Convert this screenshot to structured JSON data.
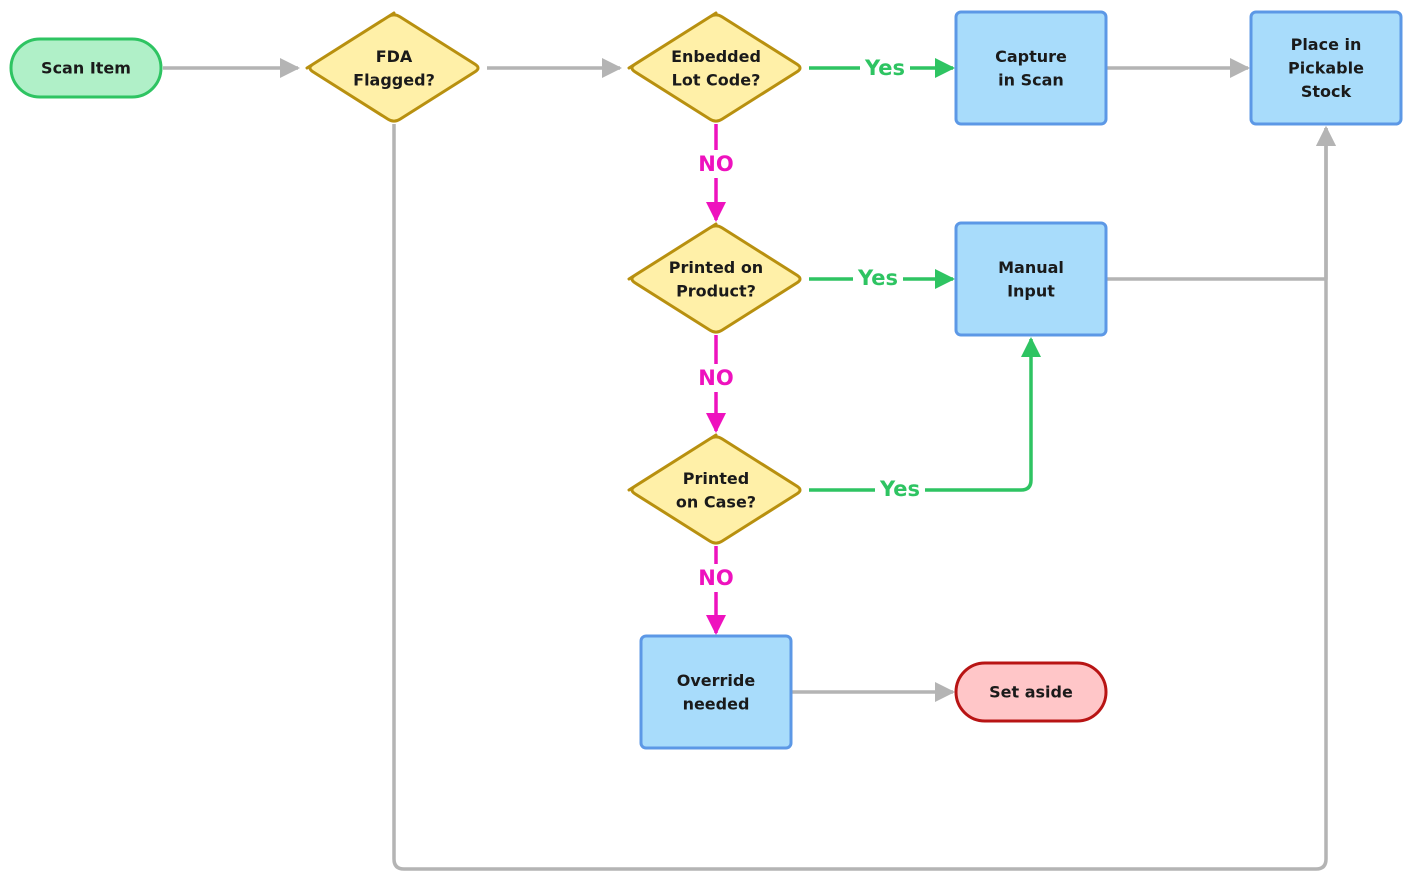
{
  "colors": {
    "terminal_start_fill": "#b0f0c8",
    "terminal_start_stroke": "#2ec462",
    "terminal_end_fill": "#ffc6c8",
    "terminal_end_stroke": "#b81414",
    "decision_fill": "#fff0a8",
    "decision_stroke": "#b8900f",
    "process_fill": "#a8dcfb",
    "process_stroke": "#5c98e6",
    "flow_gray": "#b4b4b4",
    "flow_yes": "#2ec462",
    "flow_no": "#ee12be"
  },
  "nodes": {
    "scan_item": {
      "kind": "terminal",
      "lines": [
        "Scan Item"
      ]
    },
    "fda_flagged": {
      "kind": "decision",
      "lines": [
        "FDA",
        "Flagged?"
      ]
    },
    "embedded_lot_code": {
      "kind": "decision",
      "lines": [
        "Enbedded",
        "Lot Code?"
      ]
    },
    "capture_in_scan": {
      "kind": "process",
      "lines": [
        "Capture",
        "in Scan"
      ]
    },
    "place_in_pickable_stock": {
      "kind": "process",
      "lines": [
        "Place in",
        "Pickable",
        "Stock"
      ]
    },
    "printed_on_product": {
      "kind": "decision",
      "lines": [
        "Printed on",
        "Product?"
      ]
    },
    "manual_input": {
      "kind": "process",
      "lines": [
        "Manual",
        "Input"
      ]
    },
    "printed_on_case": {
      "kind": "decision",
      "lines": [
        "Printed",
        "on Case?"
      ]
    },
    "override_needed": {
      "kind": "process",
      "lines": [
        "Override",
        "needed"
      ]
    },
    "set_aside": {
      "kind": "terminal_end",
      "lines": [
        "Set aside"
      ]
    }
  },
  "edges": [
    {
      "from": "scan_item",
      "to": "fda_flagged",
      "label": ""
    },
    {
      "from": "fda_flagged",
      "to": "embedded_lot_code",
      "label": ""
    },
    {
      "from": "embedded_lot_code",
      "to": "capture_in_scan",
      "label": "Yes"
    },
    {
      "from": "capture_in_scan",
      "to": "place_in_pickable_stock",
      "label": ""
    },
    {
      "from": "embedded_lot_code",
      "to": "printed_on_product",
      "label": "NO"
    },
    {
      "from": "printed_on_product",
      "to": "manual_input",
      "label": "Yes"
    },
    {
      "from": "manual_input",
      "to": "place_in_pickable_stock",
      "label": ""
    },
    {
      "from": "printed_on_product",
      "to": "printed_on_case",
      "label": "NO"
    },
    {
      "from": "printed_on_case",
      "to": "manual_input",
      "label": "Yes"
    },
    {
      "from": "printed_on_case",
      "to": "override_needed",
      "label": "NO"
    },
    {
      "from": "override_needed",
      "to": "set_aside",
      "label": ""
    },
    {
      "from": "fda_flagged",
      "to": "place_in_pickable_stock",
      "label": ""
    }
  ]
}
